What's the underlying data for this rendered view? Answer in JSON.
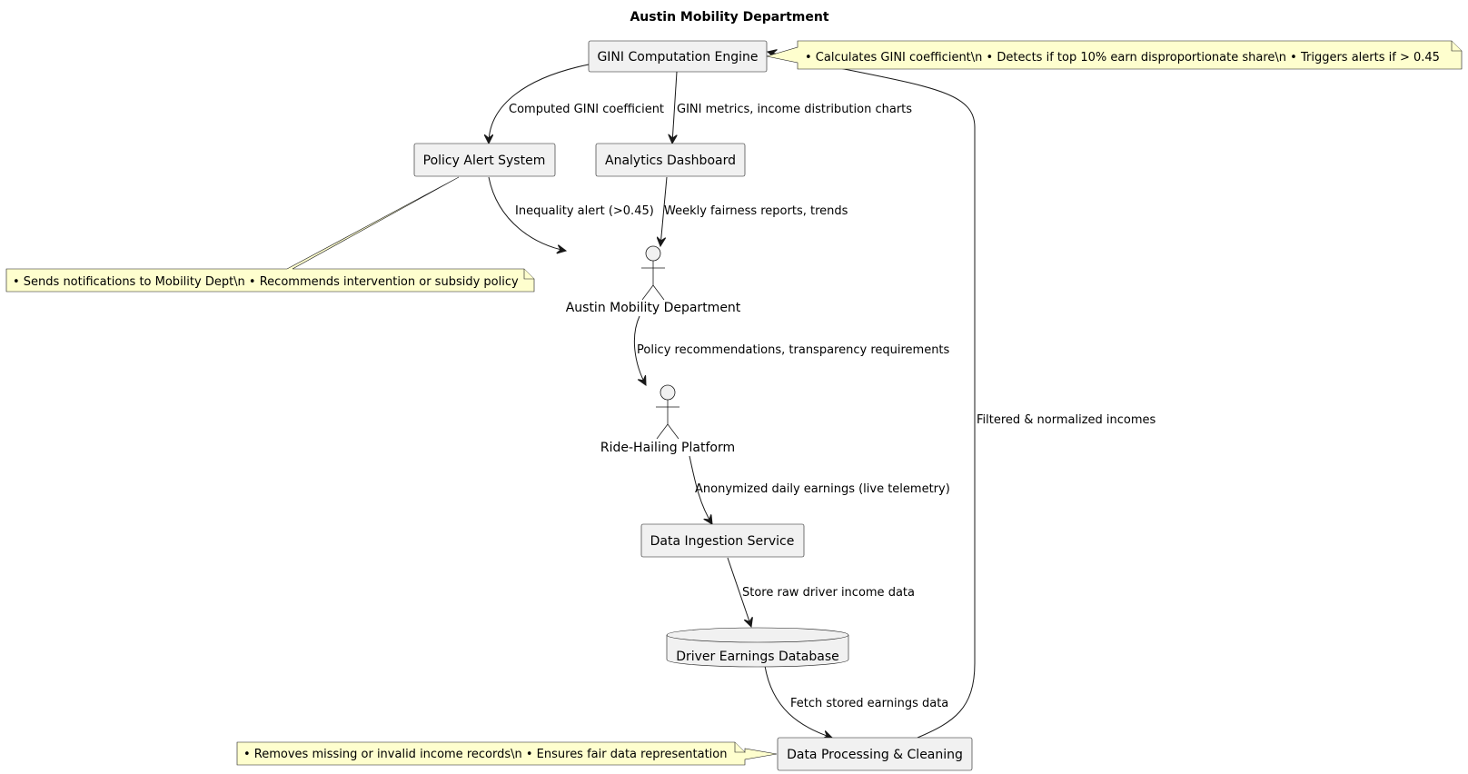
{
  "title": "Austin Mobility Department",
  "nodes": {
    "gini": "GINI Computation Engine",
    "policy_alert": "Policy Alert System",
    "analytics": "Analytics Dashboard",
    "mobility_dept": "Austin Mobility Department",
    "platform": "Ride-Hailing Platform",
    "ingestion": "Data Ingestion Service",
    "database": "Driver Earnings Database",
    "processing": "Data Processing & Cleaning"
  },
  "edges": {
    "gini_to_policy": "Computed GINI coefficient",
    "gini_to_analytics": "GINI metrics, income distribution charts",
    "policy_to_dept": "Inequality alert (>0.45)",
    "analytics_to_dept": "Weekly fairness reports, trends",
    "dept_to_platform": "Policy recommendations, transparency requirements",
    "platform_to_ingestion": "Anonymized daily earnings (live telemetry)",
    "ingestion_to_database": "Store raw driver income data",
    "database_to_processing": "Fetch stored earnings data",
    "processing_to_gini": "Filtered & normalized incomes"
  },
  "notes": {
    "gini": "• Calculates GINI coefficient\\n  • Detects if top 10% earn disproportionate share\\n  • Triggers alerts if > 0.45",
    "policy_alert": "• Sends notifications to Mobility Dept\\n  • Recommends intervention or subsidy policy",
    "processing": "• Removes missing or invalid income records\\n  • Ensures fair data representation"
  }
}
